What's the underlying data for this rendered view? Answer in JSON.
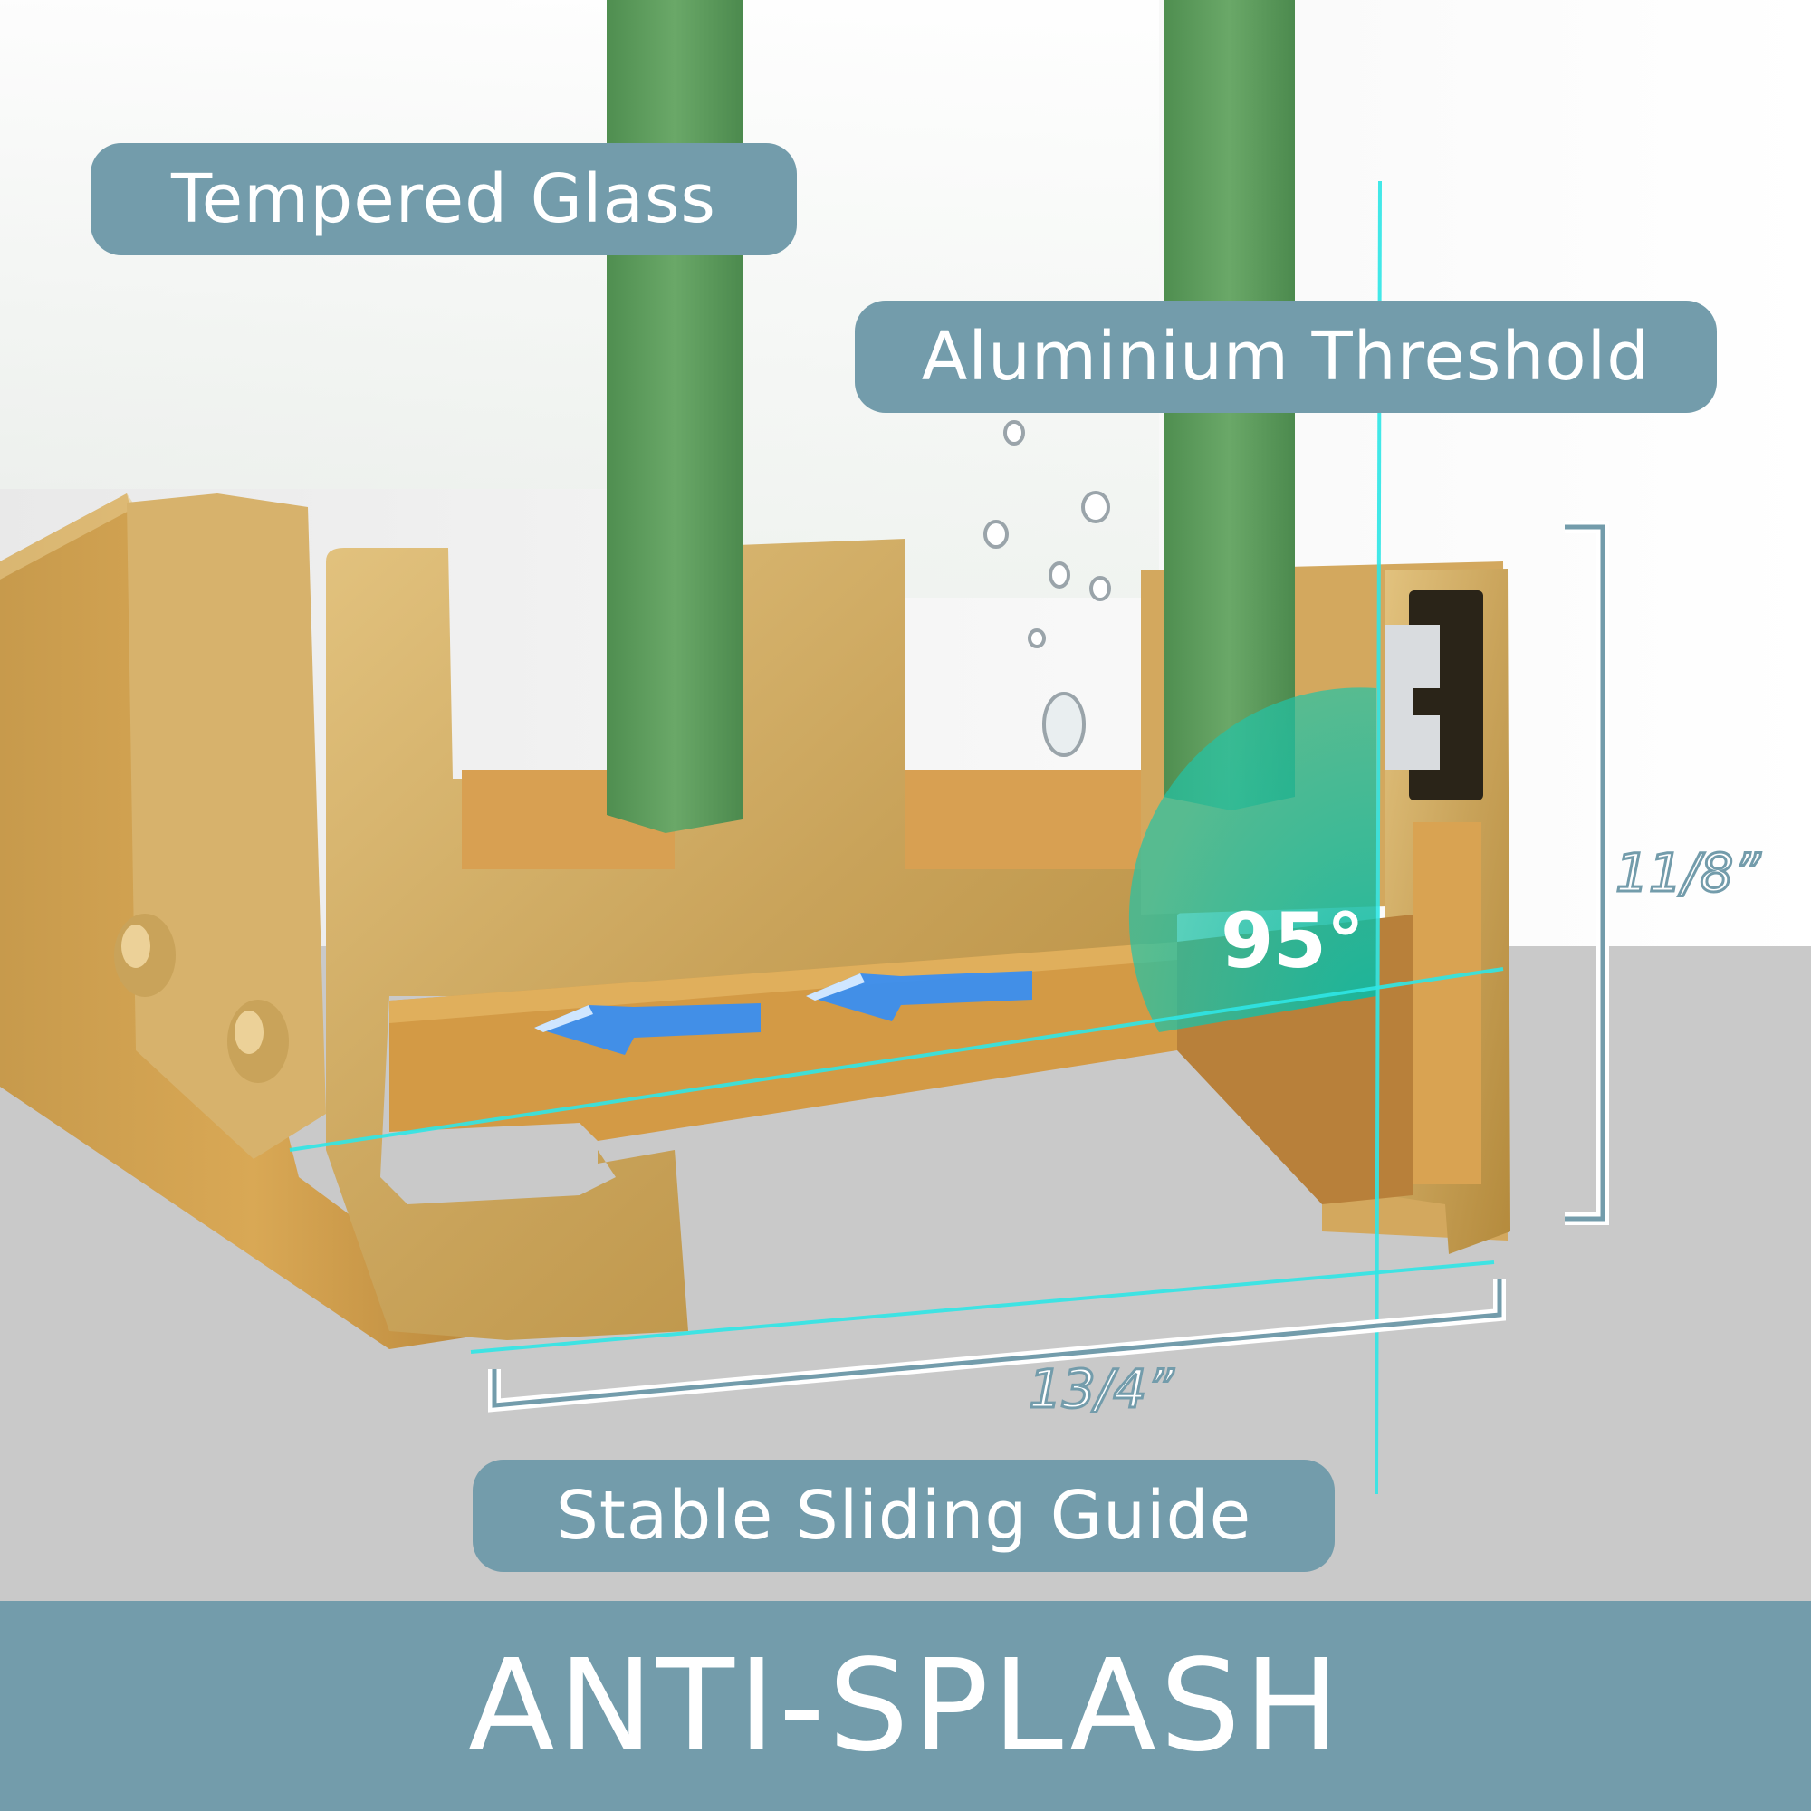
{
  "labels": {
    "tempered_glass": "Tempered Glass",
    "aluminium_threshold": "Aluminium Threshold",
    "stable_sliding_guide": "Stable Sliding Guide"
  },
  "dimensions": {
    "height": "11/8”",
    "width": "13/4”",
    "angle": "95°"
  },
  "footer": {
    "title": "ANTI-SPLASH"
  },
  "colors": {
    "accent": "#739cab",
    "gold": "#c9a35a",
    "glass_edge": "#5e9a5e",
    "floor": "#c9c9c9",
    "cyan_line": "#2fe6e6",
    "arrow_blue": "#3a8ef0"
  },
  "icons": {
    "flow_arrows": "arrow-left-icon"
  }
}
